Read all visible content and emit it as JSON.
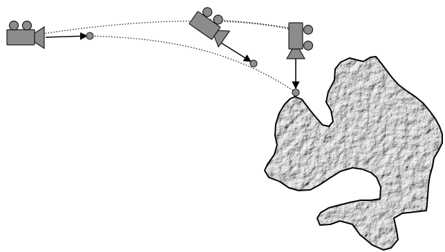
{
  "diagram": {
    "cameras": [
      {
        "id": "camera-1",
        "icon": "movie-camera-icon",
        "orientation": "horizontal"
      },
      {
        "id": "camera-2",
        "icon": "movie-camera-icon",
        "orientation": "tilted"
      },
      {
        "id": "camera-3",
        "icon": "movie-camera-icon",
        "orientation": "vertical-down"
      }
    ],
    "target_points": 3,
    "terrain": {
      "icon": "terrain-patch",
      "texture": "shaded-relief"
    },
    "colors": {
      "background": "#ffffff",
      "camera_fill": "#8c8c8c",
      "camera_stroke": "#1a1a1a",
      "target_fill": "#8f8f8f",
      "terrain_base": "#a6a6a6",
      "terrain_outline": "#000000",
      "arrow": "#000000"
    }
  }
}
